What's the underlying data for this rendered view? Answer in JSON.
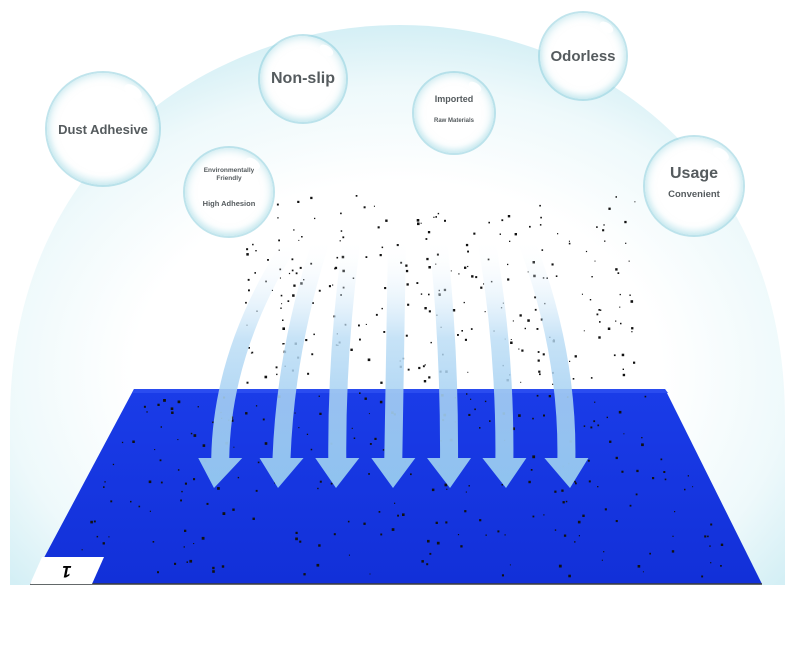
{
  "features": {
    "dust_adhesive": "Dust Adhesive",
    "non_slip": "Non-slip",
    "imported": "Imported",
    "raw_materials": "Raw Materials",
    "odorless": "Odorless",
    "environmentally_friendly": "Environmentally Friendly",
    "high_adhesion": "High Adhesion",
    "usage": "Usage",
    "convenient": "Convenient"
  },
  "mat": {
    "sheet_number": "1",
    "color": "#1536e0",
    "arrow_color": "#8fc3ef",
    "dome_color": "#dff3f7"
  }
}
